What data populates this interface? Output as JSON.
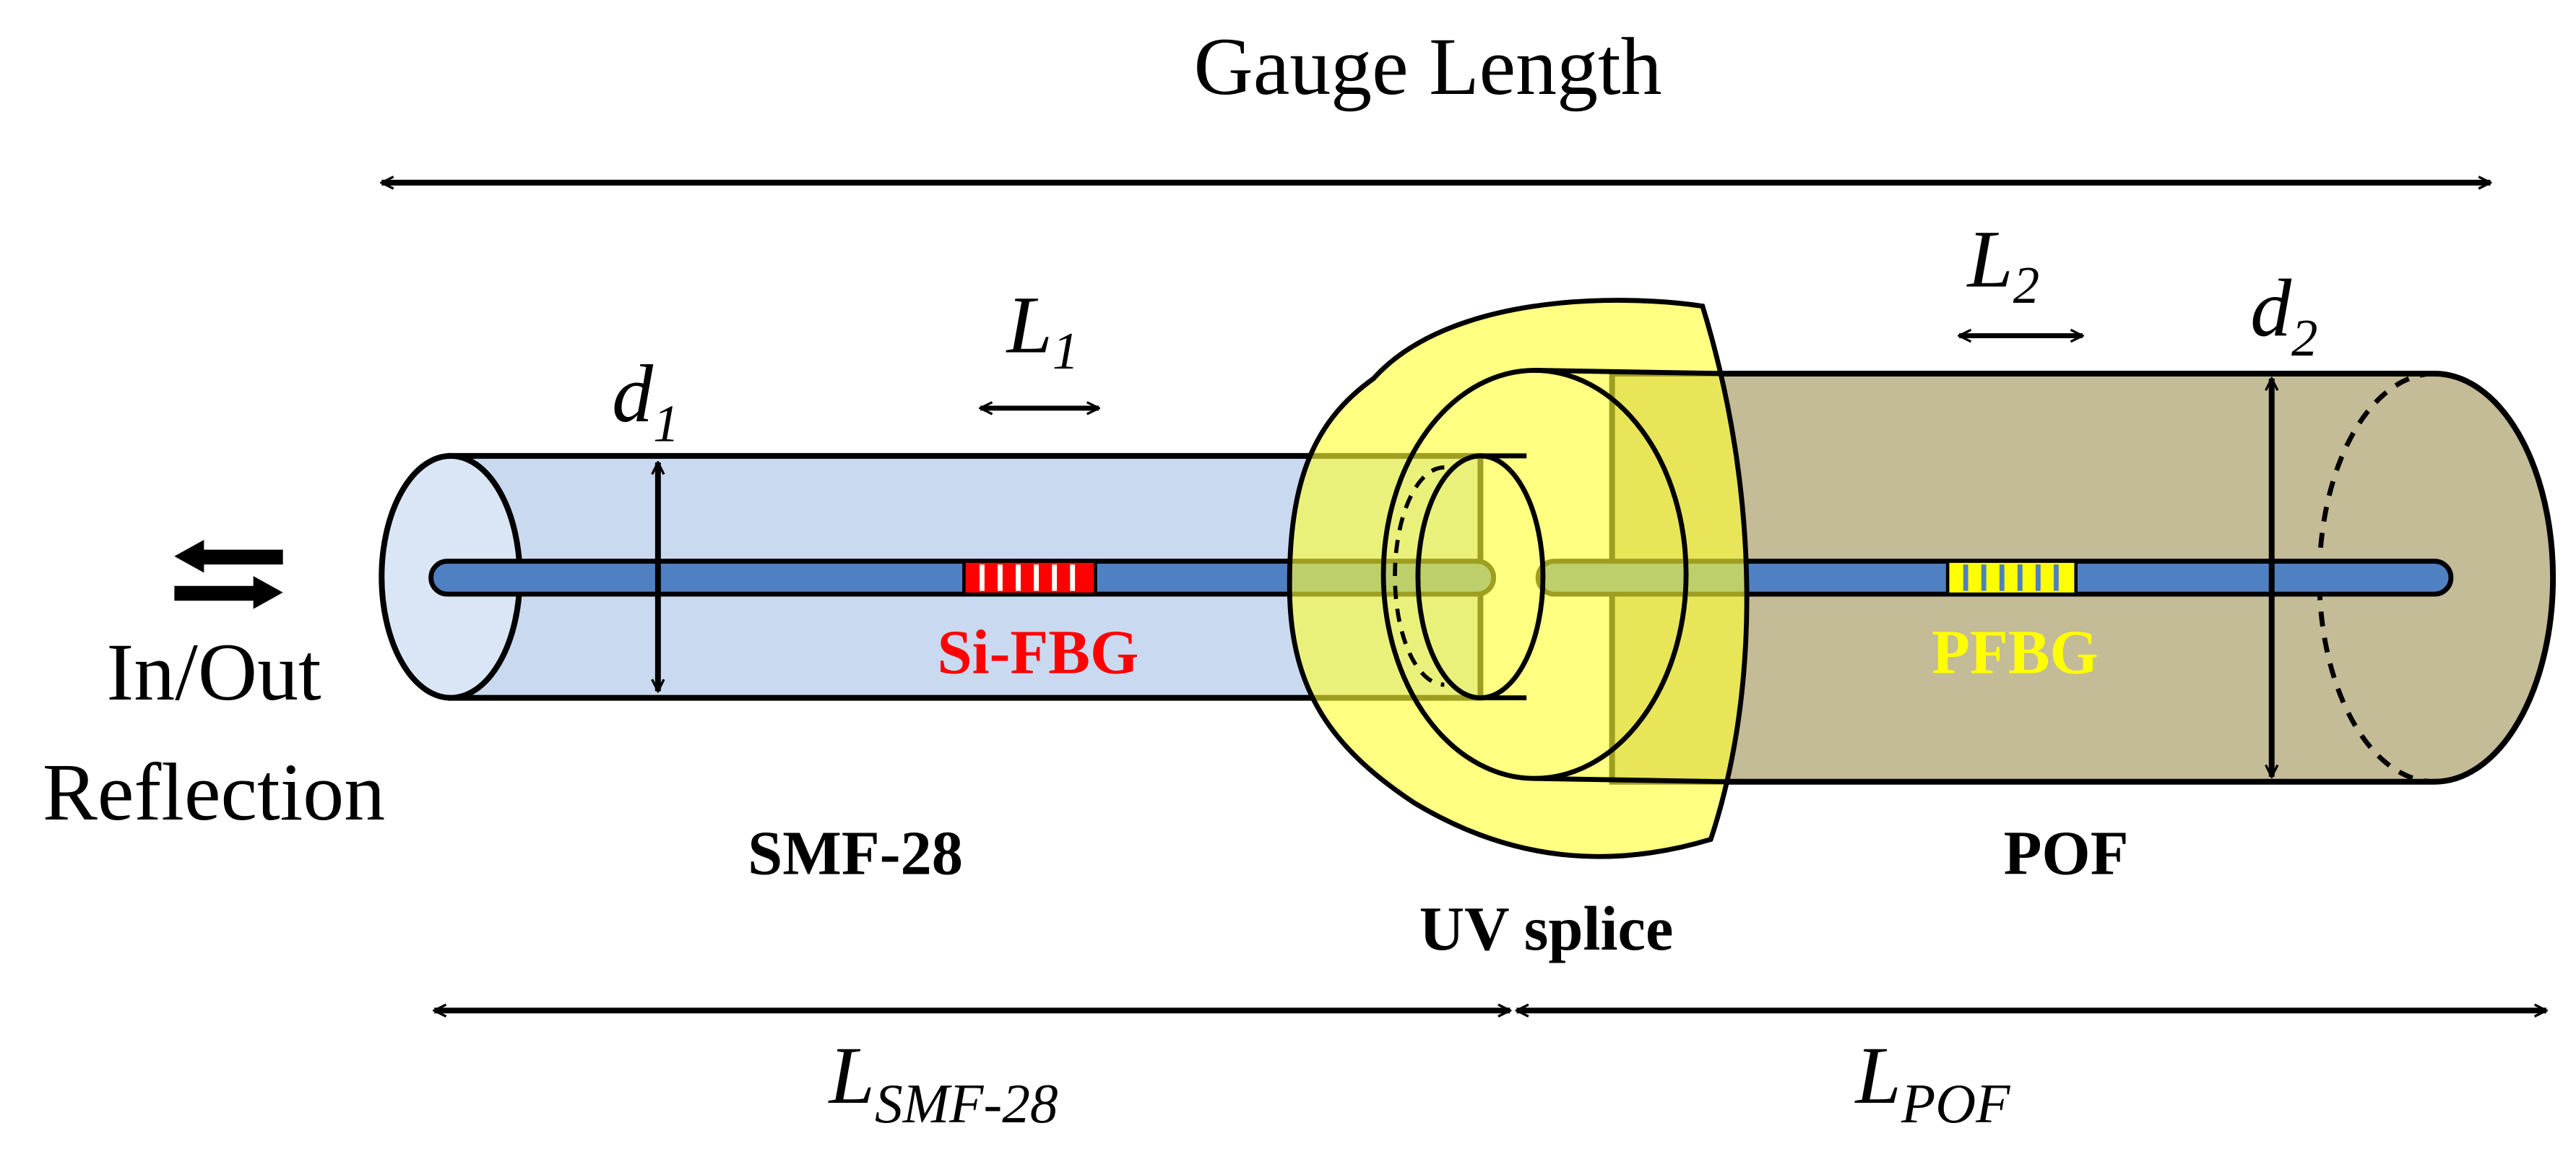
{
  "title": "Gauge Length",
  "labels": {
    "d1": {
      "main": "d",
      "sub": "1"
    },
    "d2": {
      "main": "d",
      "sub": "2"
    },
    "L1": {
      "main": "L",
      "sub": "1"
    },
    "L2": {
      "main": "L",
      "sub": "2"
    },
    "L_smf": {
      "main": "L",
      "sub": "SMF-28"
    },
    "L_pof": {
      "main": "L",
      "sub": "POF"
    },
    "si_fbg": "Si-FBG",
    "pfbg": "PFBG",
    "smf28": "SMF-28",
    "pof": "POF",
    "uv_splice": "UV splice",
    "inout_line1": "In/Out",
    "inout_line2": "Reflection"
  },
  "colors": {
    "smf_fill": "#c9d9ef",
    "pof_fill": "#c4bb97",
    "core_fill": "#4f80c2",
    "splice_fill": "#ffff33",
    "si_fbg_color": "#ff0000",
    "pfbg_color": "#ffff00",
    "stroke": "#000000"
  }
}
